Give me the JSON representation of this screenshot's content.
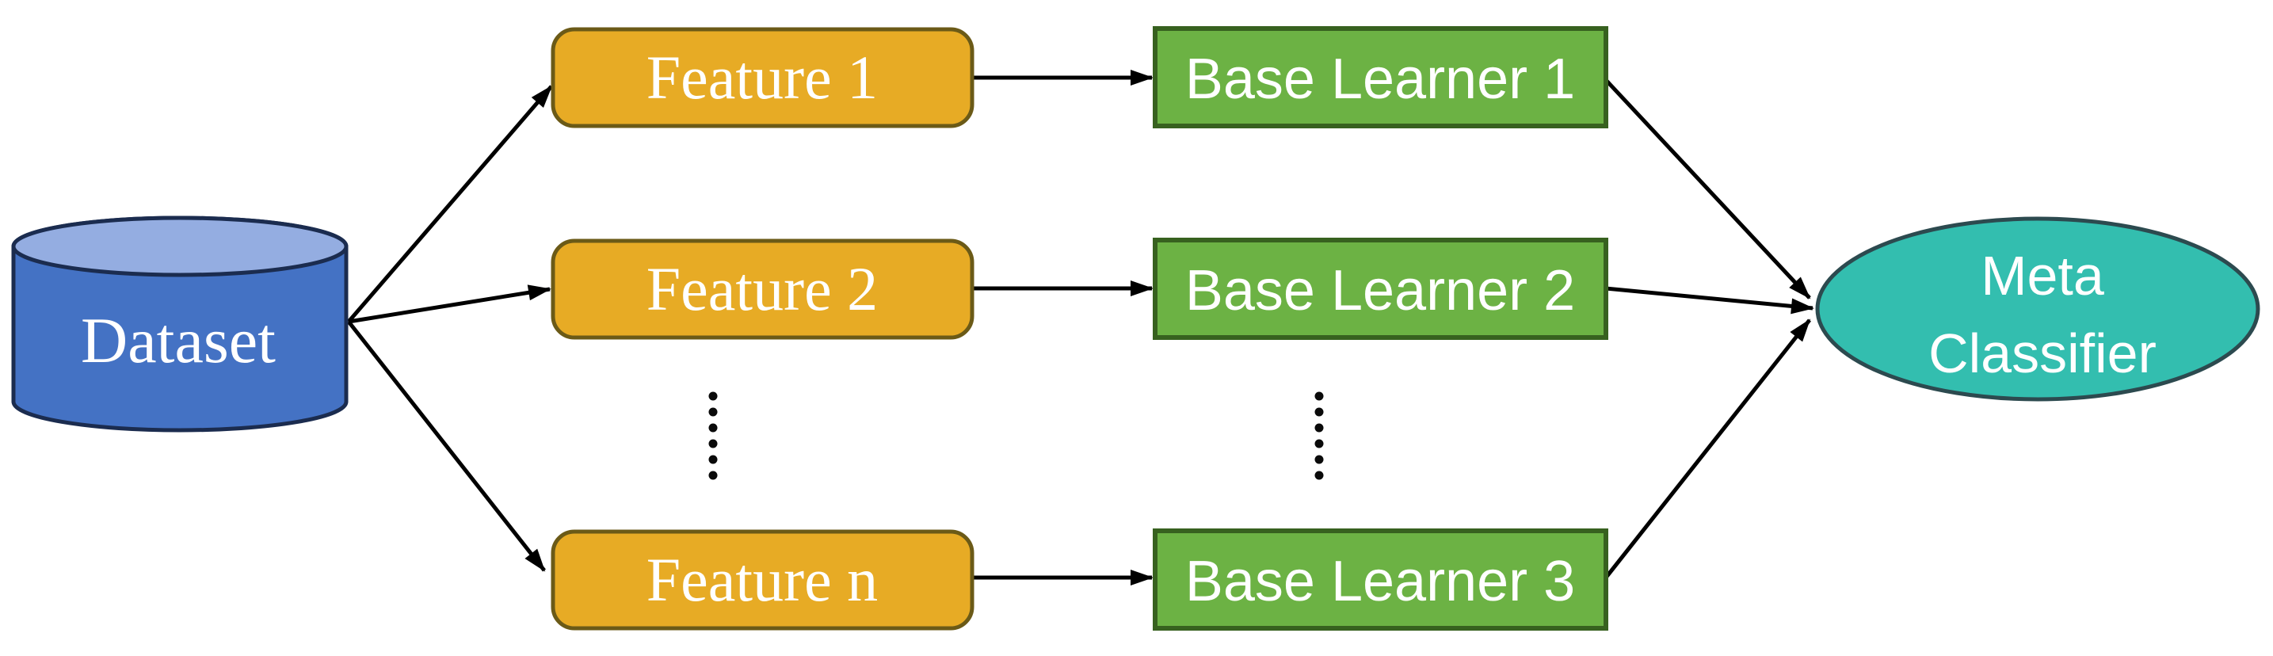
{
  "diagram": {
    "type": "flow-diagram",
    "description_visible_only": "stacking ensemble pipeline",
    "nodes": {
      "dataset": {
        "label": "Dataset",
        "shape": "cylinder"
      },
      "features": [
        {
          "label": "Feature 1"
        },
        {
          "label": "Feature 2"
        },
        {
          "label": "Feature n"
        }
      ],
      "base_learners": [
        {
          "label": "Base Learner 1"
        },
        {
          "label": "Base Learner 2"
        },
        {
          "label": "Base Learner 3"
        }
      ],
      "meta_classifier": {
        "label": "Meta Classifier",
        "line1": "Meta",
        "line2": "Classifier",
        "shape": "ellipse"
      }
    },
    "edges": [
      {
        "from": "Dataset",
        "to": "Feature 1"
      },
      {
        "from": "Dataset",
        "to": "Feature 2"
      },
      {
        "from": "Dataset",
        "to": "Feature n"
      },
      {
        "from": "Feature 1",
        "to": "Base Learner 1"
      },
      {
        "from": "Feature 2",
        "to": "Base Learner 2"
      },
      {
        "from": "Feature n",
        "to": "Base Learner 3"
      },
      {
        "from": "Base Learner 1",
        "to": "Meta Classifier"
      },
      {
        "from": "Base Learner 2",
        "to": "Meta Classifier"
      },
      {
        "from": "Base Learner 3",
        "to": "Meta Classifier"
      }
    ],
    "icons": {
      "ellipsis_features_column": "vertical-dots",
      "ellipsis_learners_column": "vertical-dots"
    },
    "colors": {
      "background": "#FFFFFF",
      "dataset_body": "#4472C4",
      "dataset_top": "#94ADE1",
      "dataset_border": "#1B2C4F",
      "feature_fill": "#E7AB25",
      "feature_border": "#6B5A17",
      "learner_fill": "#6CB244",
      "learner_border": "#37611F",
      "meta_fill": "#33BEAF",
      "meta_border": "#2C4A4F",
      "arrow": "#000000",
      "text": "#FFFFFF"
    }
  }
}
